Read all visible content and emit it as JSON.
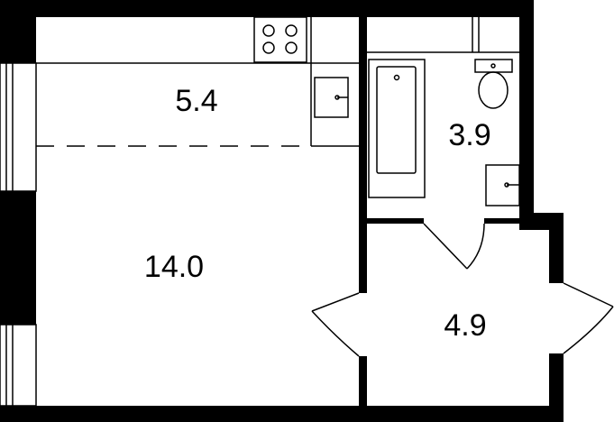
{
  "rooms": [
    {
      "id": "kitchen",
      "area": "5.4"
    },
    {
      "id": "bathroom",
      "area": "3.9"
    },
    {
      "id": "living-room",
      "area": "14.0"
    },
    {
      "id": "hallway",
      "area": "4.9"
    }
  ]
}
